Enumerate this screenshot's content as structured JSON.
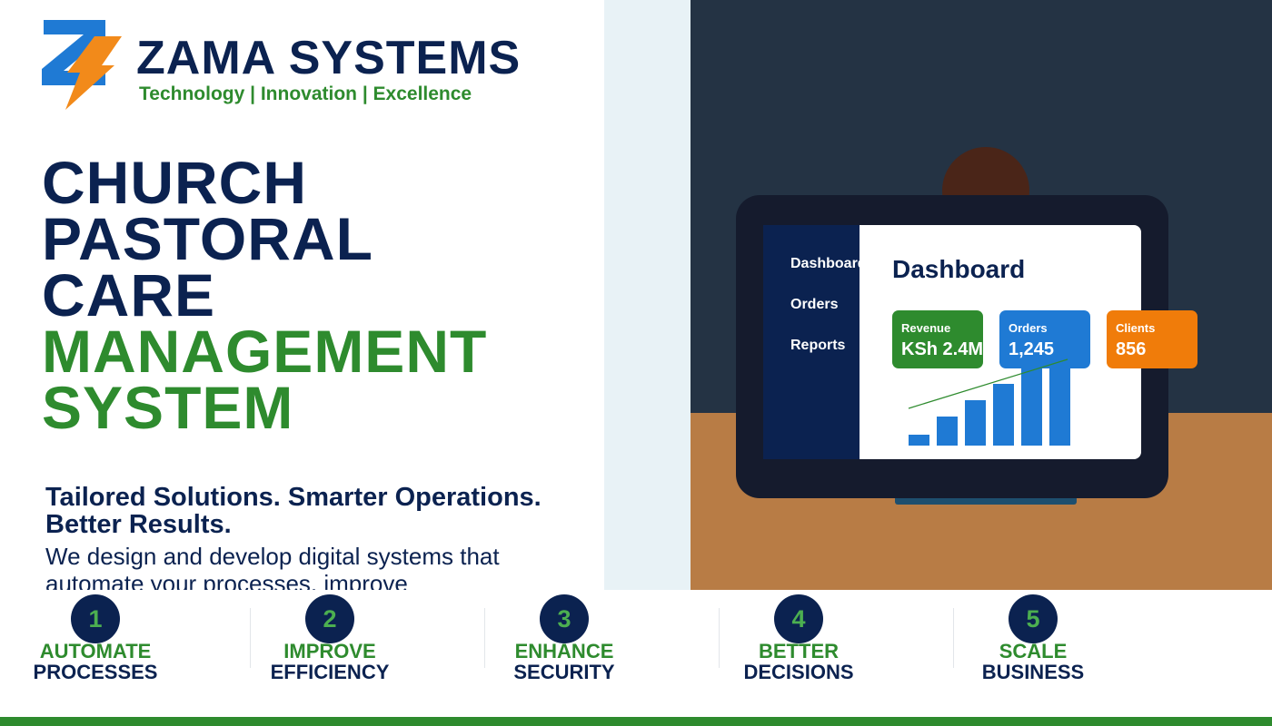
{
  "brand": {
    "name": "ZAMA SYSTEMS",
    "tagline": "Technology | Innovation | Excellence",
    "logo_colors": {
      "blue": "#1f7ad4",
      "orange": "#f28a1a"
    }
  },
  "headline": {
    "line1": "CHURCH",
    "line2": "PASTORAL",
    "line3": "CARE",
    "line4": "MANAGEMENT",
    "line5": "SYSTEM"
  },
  "subheading": "Tailored Solutions. Smarter Operations. Better Results.",
  "body": "We design and develop digital systems that automate your processes, improve",
  "dashboard": {
    "title": "Dashboard",
    "nav": [
      "Dashboard",
      "Orders",
      "Reports"
    ],
    "cards": [
      {
        "label": "Revenue",
        "value": "KSh 2.4M",
        "color": "#2e8b2e"
      },
      {
        "label": "Orders",
        "value": "1,245",
        "color": "#1f7ad4"
      },
      {
        "label": "Clients",
        "value": "856",
        "color": "#f07c0a"
      }
    ],
    "bars": [
      12,
      32,
      50,
      68,
      95,
      118
    ]
  },
  "steps": [
    {
      "number": "1",
      "line1": "AUTOMATE",
      "line2": "PROCESSES"
    },
    {
      "number": "2",
      "line1": "IMPROVE",
      "line2": "EFFICIENCY"
    },
    {
      "number": "3",
      "line1": "ENHANCE",
      "line2": "SECURITY"
    },
    {
      "number": "4",
      "line1": "BETTER",
      "line2": "DECISIONS"
    },
    {
      "number": "5",
      "line1": "SCALE",
      "line2": "BUSINESS"
    }
  ],
  "colors": {
    "navy": "#0b2250",
    "green": "#2e8b2e",
    "wall": "#243344",
    "desk": "#b87c45"
  }
}
